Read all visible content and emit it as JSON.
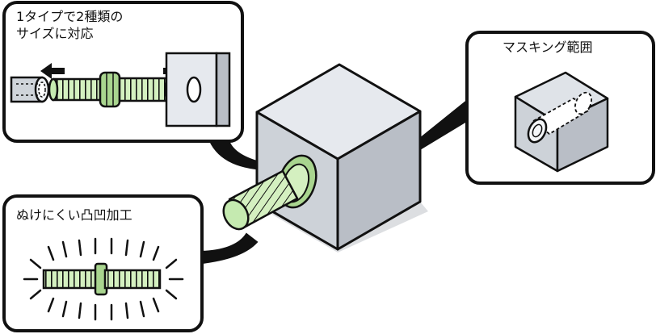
{
  "callouts": {
    "dual_type": {
      "line1": "1タイプで2種類の",
      "line2": "サイズに対応"
    },
    "masking": {
      "label": "マスキング範囲"
    },
    "grip": {
      "label": "ぬけにくい凸凹加工"
    }
  },
  "colors": {
    "plug_green": "#d4f0c0",
    "plug_green_dark": "#a9d58f",
    "cube_top": "#e6e9ee",
    "cube_front": "#cdd2d8",
    "cube_side": "#b9bec6",
    "tube_grey": "#cfd4da",
    "outline": "#111111"
  }
}
